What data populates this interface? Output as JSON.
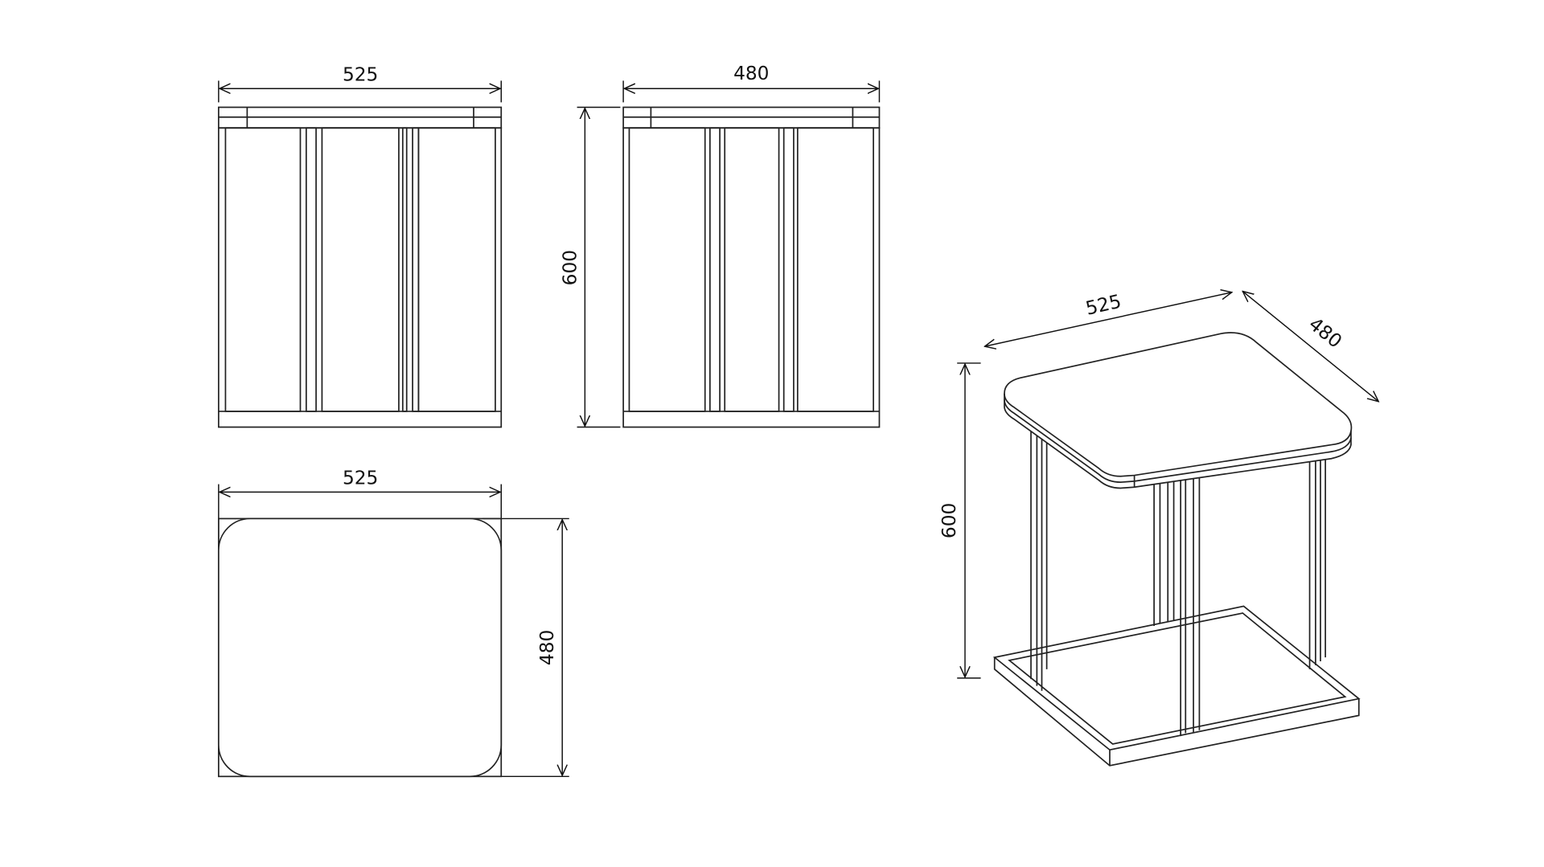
{
  "title": "Side table technical drawing",
  "views": {
    "front": {
      "width_label": "525"
    },
    "side": {
      "width_label": "480",
      "height_label": "600"
    },
    "top": {
      "width_label": "525",
      "depth_label": "480"
    },
    "isometric": {
      "width_label": "525",
      "depth_label": "480",
      "height_label": "600"
    }
  },
  "line_color": "#222222"
}
